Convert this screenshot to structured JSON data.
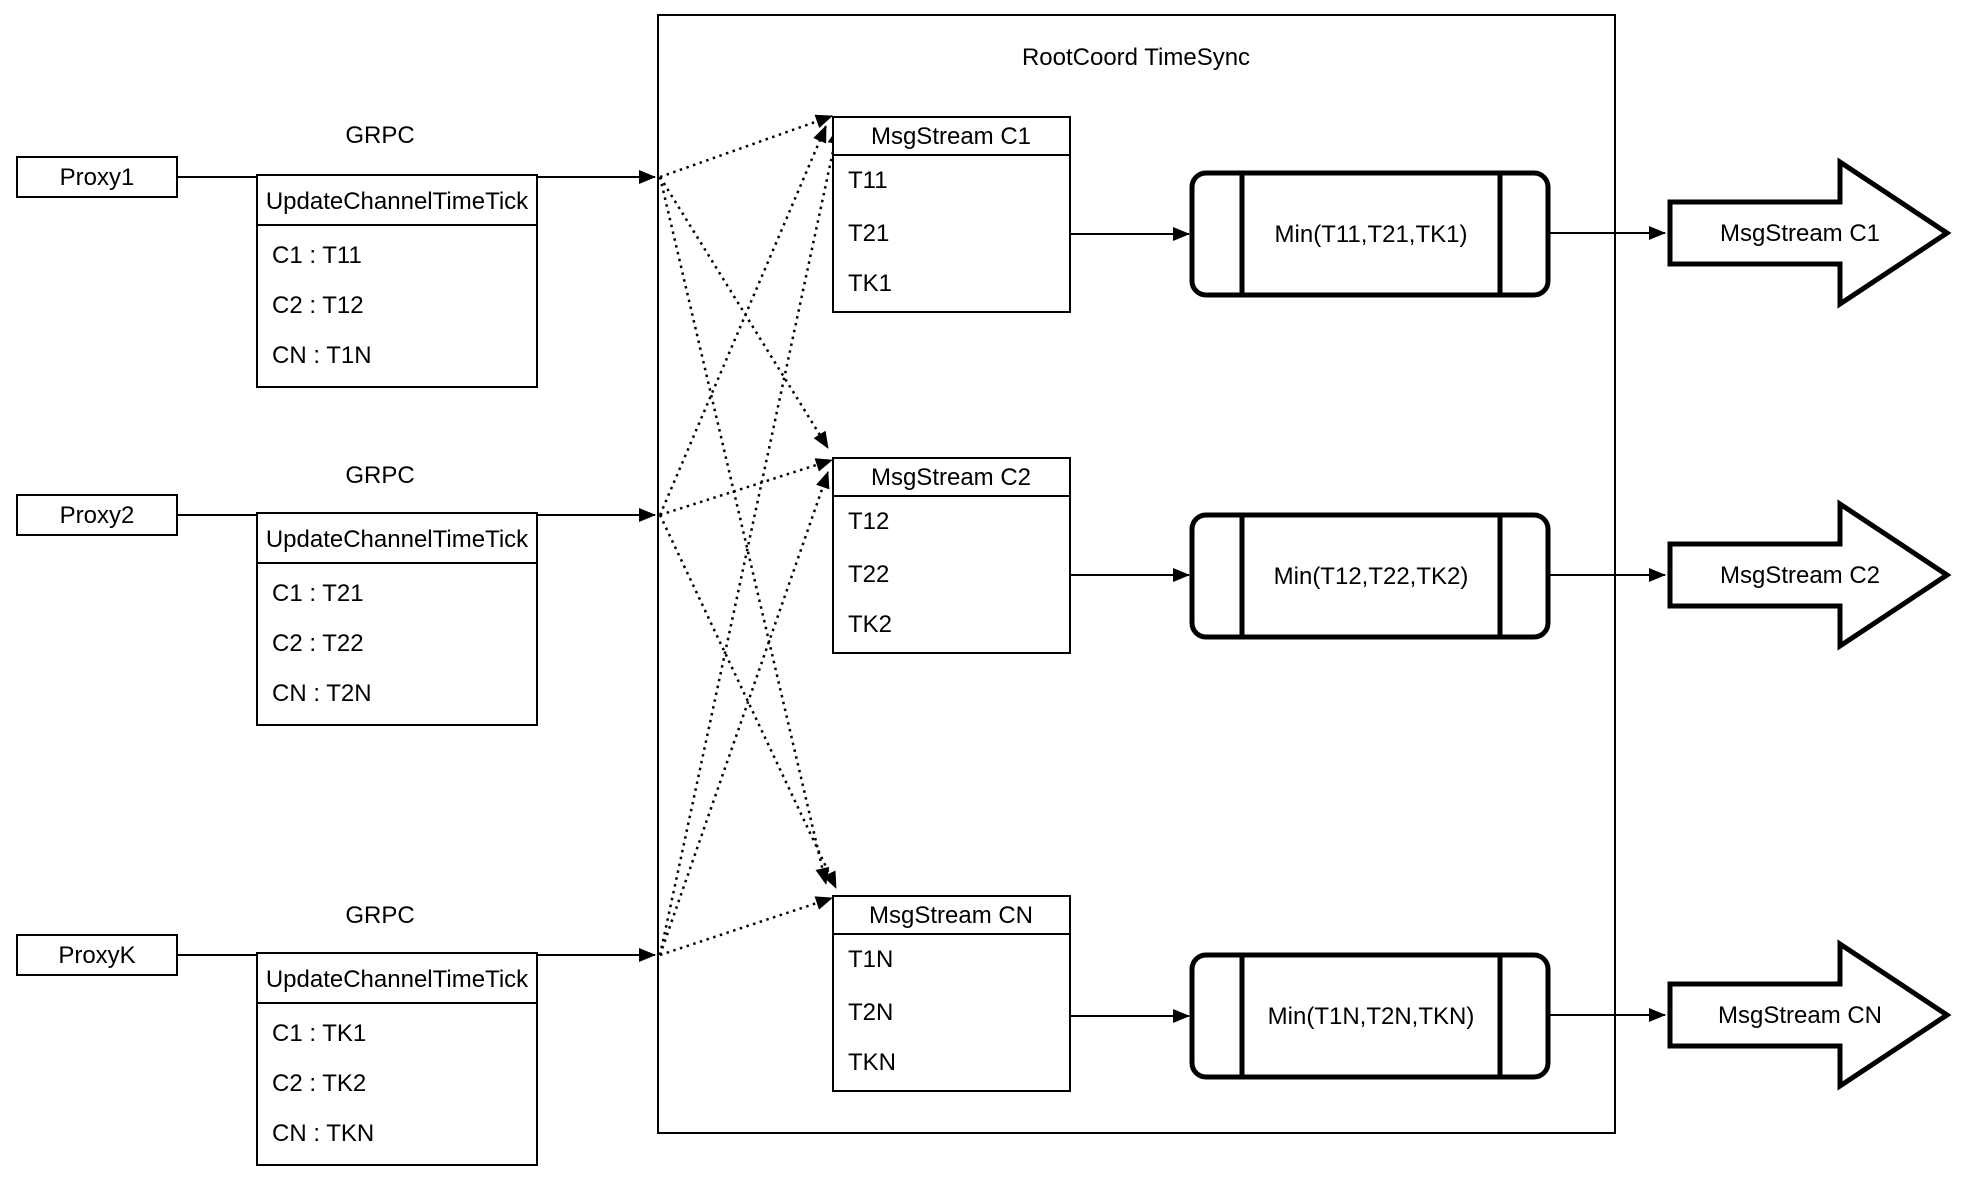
{
  "diagram": {
    "root_container": {
      "title": "RootCoord TimeSync"
    },
    "colors": {
      "stroke": "#000000",
      "background": "#ffffff"
    },
    "proxies": [
      {
        "name": "Proxy1",
        "protocol": "GRPC",
        "message": {
          "title": "UpdateChannelTimeTick",
          "rows": [
            "C1 :  T11",
            "C2 :  T12",
            "CN : T1N"
          ]
        }
      },
      {
        "name": "Proxy2",
        "protocol": "GRPC",
        "message": {
          "title": "UpdateChannelTimeTick",
          "rows": [
            "C1 :  T21",
            "C2 :  T22",
            "CN : T2N"
          ]
        }
      },
      {
        "name": "ProxyK",
        "protocol": "GRPC",
        "message": {
          "title": "UpdateChannelTimeTick",
          "rows": [
            "C1 :  TK1",
            "C2 :  TK2",
            "CN : TKN"
          ]
        }
      }
    ],
    "streams": [
      {
        "title": "MsgStream C1",
        "rows": [
          "T11",
          "T21",
          "TK1"
        ],
        "min_label": "Min(T11,T21,TK1)",
        "output": "MsgStream C1"
      },
      {
        "title": "MsgStream C2",
        "rows": [
          "T12",
          "T22",
          "TK2"
        ],
        "min_label": "Min(T12,T22,TK2)",
        "output": "MsgStream C2"
      },
      {
        "title": "MsgStream CN",
        "rows": [
          "T1N",
          "T2N",
          "TKN"
        ],
        "min_label": "Min(T1N,T2N,TKN)",
        "output": "MsgStream CN"
      }
    ]
  }
}
